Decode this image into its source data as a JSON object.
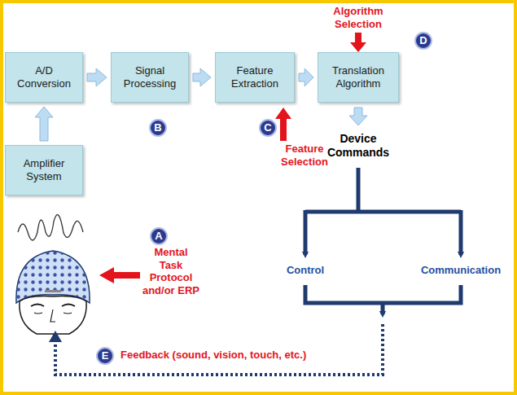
{
  "diagram": {
    "nodes": [
      {
        "text": [
          "A/D Conversion"
        ]
      },
      {
        "text": [
          "Signal Processing"
        ]
      },
      {
        "text": [
          "Feature Extraction"
        ]
      },
      {
        "text": [
          "Translation Algorithm"
        ]
      },
      {
        "text": [
          "Amplifier System"
        ]
      }
    ],
    "edges": [
      {
        "from": 4,
        "to": 0,
        "arrow": "to"
      },
      {
        "from": 0,
        "to": 1,
        "arrow": "to"
      },
      {
        "from": 1,
        "to": 2,
        "arrow": "to"
      },
      {
        "from": 2,
        "to": 3,
        "arrow": "to"
      }
    ],
    "labels": [
      "A",
      "Mental Task Protocol and/or ERP",
      "B",
      "C",
      "Feature Selection",
      "Algorithm Selection",
      "D",
      "Device Commands",
      "Control",
      "Communication",
      "E",
      "Feedback (sound, vision, touch, etc.)"
    ]
  }
}
